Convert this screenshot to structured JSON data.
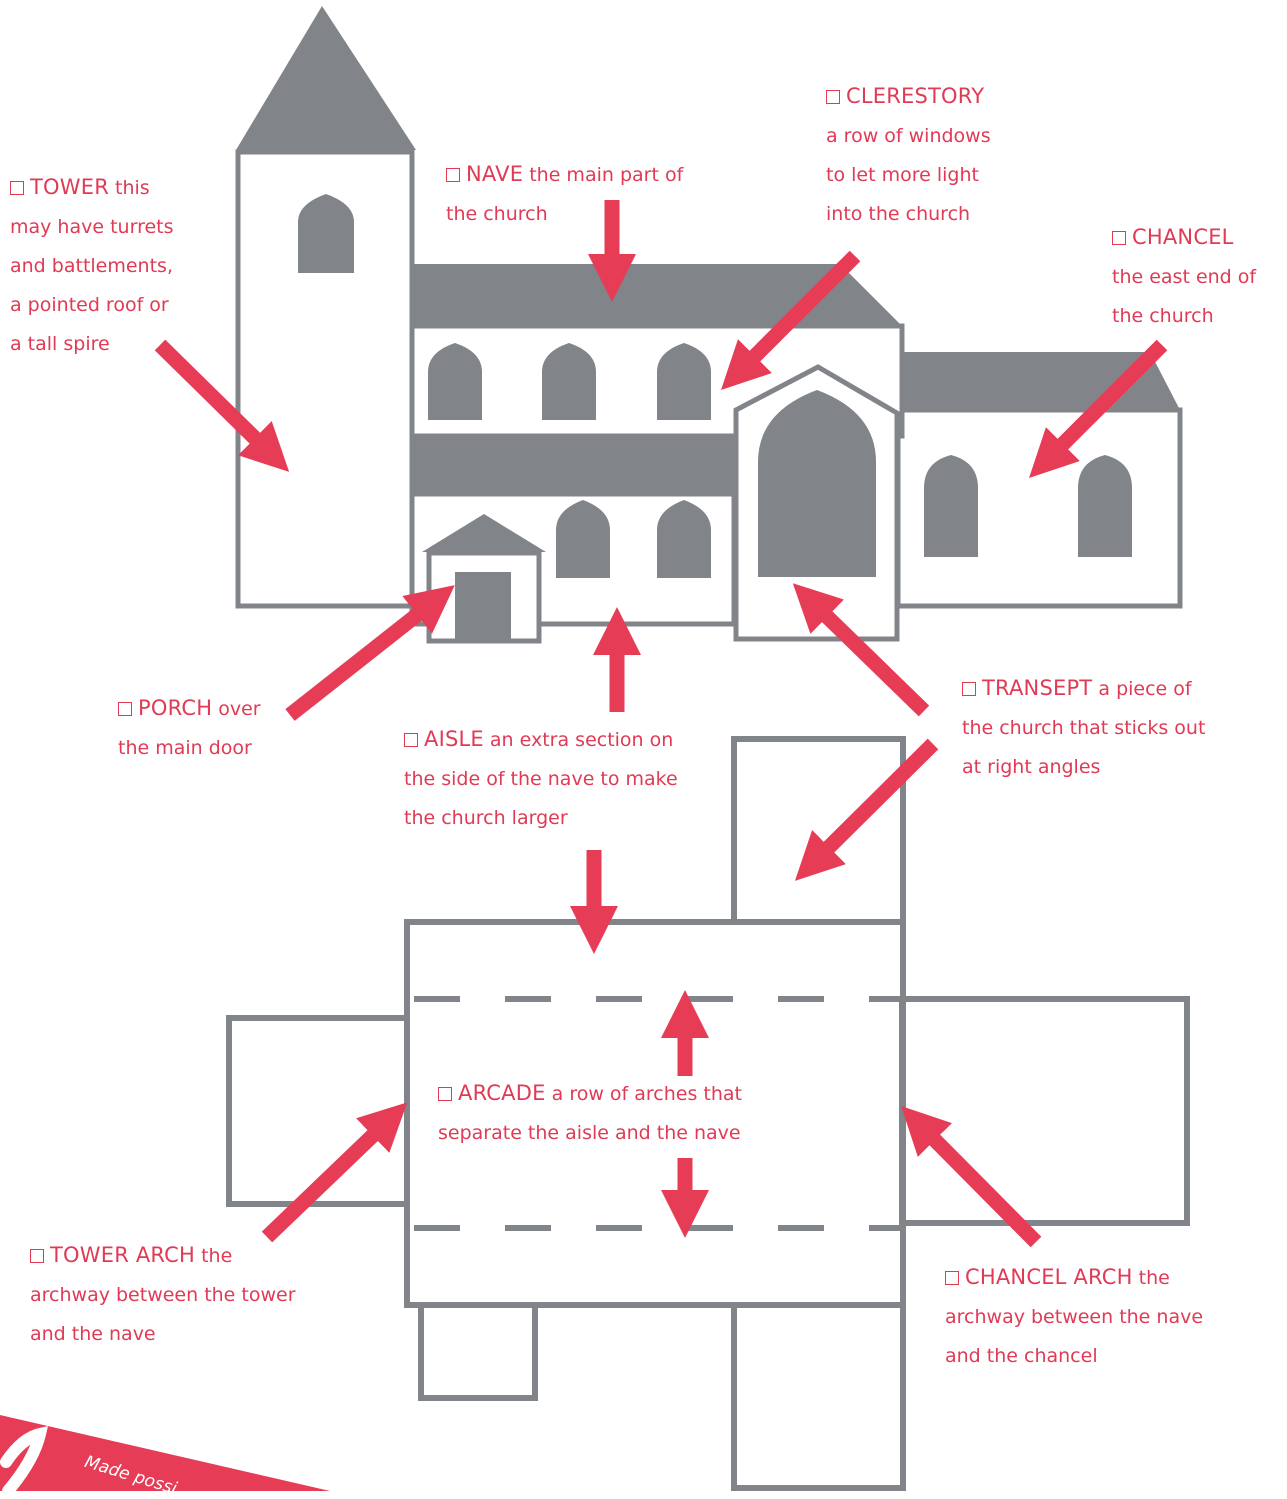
{
  "colors": {
    "building": "#818589",
    "accent": "#e63c56",
    "outline": "#818589",
    "background": "#ffffff"
  },
  "labels": {
    "tower": {
      "term": "TOWER",
      "line1": " this",
      "line2": "may have turrets",
      "line3": "and battlements,",
      "line4": "a pointed roof or",
      "line5": "a tall spire"
    },
    "nave": {
      "term": "NAVE",
      "line1": " the main part of",
      "line2": "the church"
    },
    "clerestory": {
      "term": "CLERESTORY",
      "line2": "a  row of windows",
      "line3": "to let more light",
      "line4": "into the church"
    },
    "chancel": {
      "term": "CHANCEL",
      "line2": "the east end of",
      "line3": "the church"
    },
    "porch": {
      "term": "PORCH",
      "line1": " over",
      "line2": "the main door"
    },
    "aisle": {
      "term": "AISLE",
      "line1": " an extra section on",
      "line2": "the side of the nave to make",
      "line3": "the church larger"
    },
    "transept": {
      "term": "TRANSEPT",
      "line1": " a piece of",
      "line2": "the church that sticks out",
      "line3": "at right angles"
    },
    "arcade": {
      "term": "ARCADE",
      "line1": " a row of arches that",
      "line2": "separate the aisle and the nave"
    },
    "tower_arch": {
      "term": "TOWER ARCH",
      "line1": " the",
      "line2": "archway between the tower",
      "line3": "and the nave"
    },
    "chancel_arch": {
      "term": "CHANCEL ARCH",
      "line1": " the",
      "line2": "archway between the nave",
      "line3": "and the chancel"
    }
  },
  "footer": {
    "credit": "Made possi"
  }
}
